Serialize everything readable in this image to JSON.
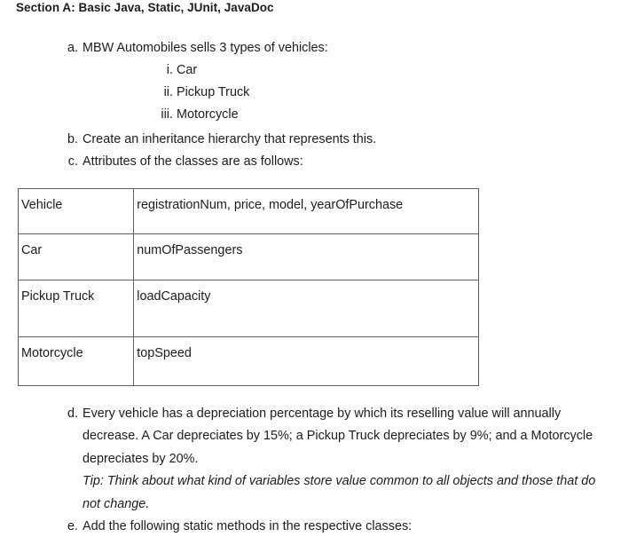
{
  "document": {
    "heading": "Section A: Basic Java, Static, JUnit, JavaDoc",
    "outline": {
      "a": {
        "marker": "a.",
        "text": "MBW Automobiles sells 3 types of vehicles:",
        "sub": [
          {
            "marker": "i.",
            "text": "Car"
          },
          {
            "marker": "ii.",
            "text": "Pickup Truck"
          },
          {
            "marker": "iii.",
            "text": "Motorcycle"
          }
        ]
      },
      "b": {
        "marker": "b.",
        "text": "Create an inheritance hierarchy that represents this."
      },
      "c": {
        "marker": "c.",
        "text": "Attributes of the classes are as follows:"
      },
      "d": {
        "marker": "d.",
        "text": "Every vehicle has a depreciation percentage by which its reselling value will annually decrease. A Car depreciates by 15%; a Pickup Truck depreciates by 9%; and a Motorcycle depreciates by 20%.",
        "tip": "Tip: Think about what kind of variables store value common to all objects and those that do not change."
      },
      "e": {
        "marker": "e.",
        "text": "Add the following static methods in the respective classes:"
      }
    },
    "attributes_table": {
      "rows": [
        {
          "class_name": "Vehicle",
          "attributes": "registrationNum, price, model, yearOfPurchase"
        },
        {
          "class_name": "Car",
          "attributes": "numOfPassengers"
        },
        {
          "class_name": "Pickup Truck",
          "attributes": "loadCapacity"
        },
        {
          "class_name": "Motorcycle",
          "attributes": "topSpeed"
        }
      ]
    }
  },
  "colors": {
    "text": "#1c1c1c",
    "table_border": "#5d5d5d",
    "background": "#ffffff"
  }
}
